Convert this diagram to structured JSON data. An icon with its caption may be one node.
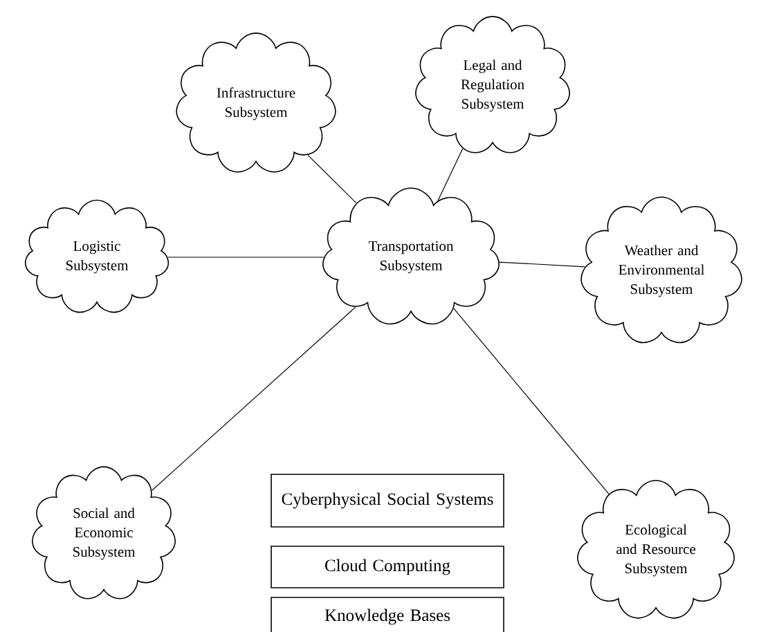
{
  "diagram": {
    "nodes": [
      {
        "text": [
          "Transportation Subsystem"
        ]
      },
      {
        "text": [
          "Infrastructure Subsystem"
        ]
      },
      {
        "text": [
          "Legal and Regulation Subsystem"
        ]
      },
      {
        "text": [
          "Logistic Subsystem"
        ]
      },
      {
        "text": [
          "Weather and Environmental Subsystem"
        ]
      },
      {
        "text": [
          "Social and Economic Subsystem"
        ]
      },
      {
        "text": [
          "Ecological and Resource Subsystem"
        ]
      },
      {
        "text": [
          "Cyberphysical Social Systems"
        ]
      },
      {
        "text": [
          "Cloud Computing"
        ]
      },
      {
        "text": [
          "Knowledge Bases"
        ]
      }
    ],
    "edges": [
      {
        "from": 0,
        "to": 1,
        "arrow": "none"
      },
      {
        "from": 0,
        "to": 2,
        "arrow": "none"
      },
      {
        "from": 0,
        "to": 3,
        "arrow": "none"
      },
      {
        "from": 0,
        "to": 4,
        "arrow": "none"
      },
      {
        "from": 0,
        "to": 5,
        "arrow": "none"
      },
      {
        "from": 0,
        "to": 6,
        "arrow": "none"
      }
    ]
  }
}
